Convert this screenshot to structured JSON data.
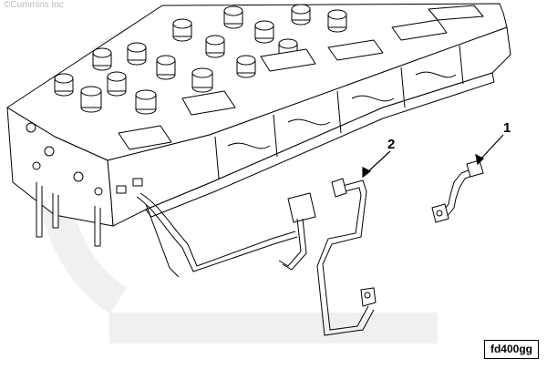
{
  "diagram": {
    "copyright": "©Cummins Inc",
    "figure_id": "fd400gg",
    "callouts": [
      {
        "id": "1",
        "label": "1"
      },
      {
        "id": "2",
        "label": "2"
      }
    ],
    "colors": {
      "line": "#000000",
      "background": "#ffffff",
      "watermark": "#efefef"
    }
  }
}
